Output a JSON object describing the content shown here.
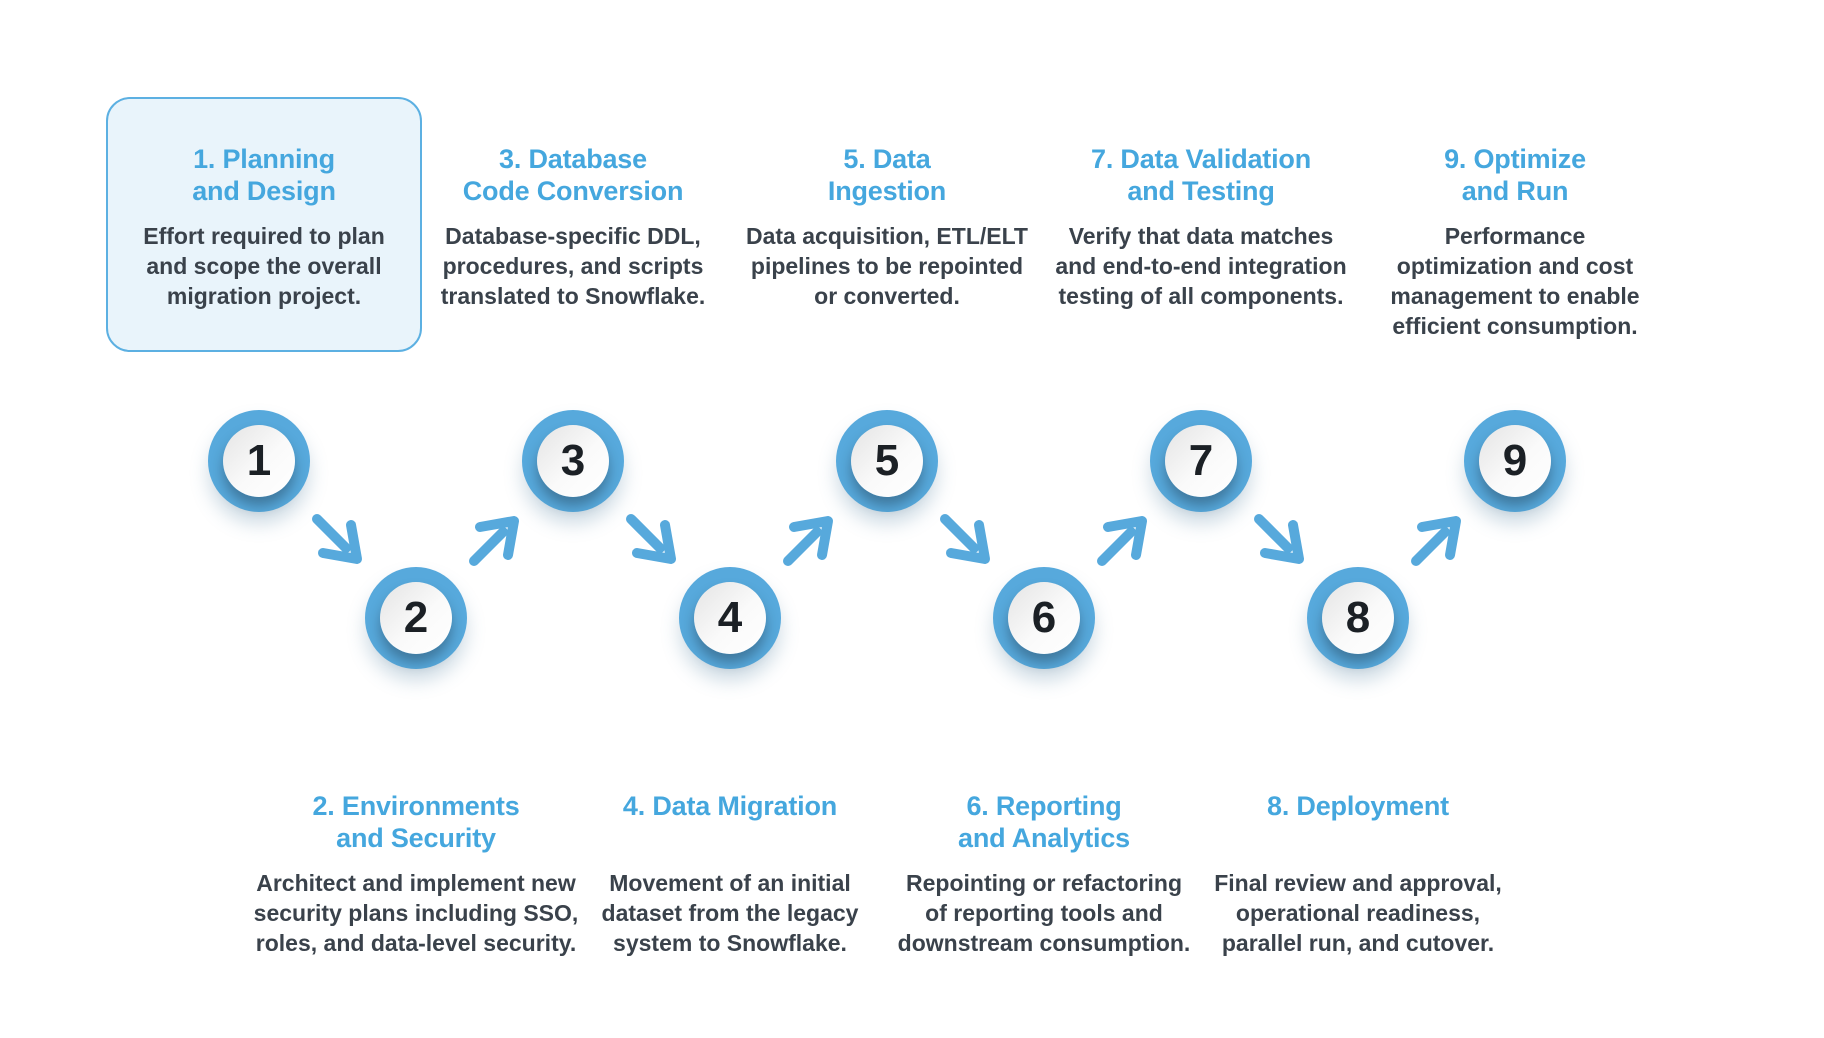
{
  "colors": {
    "accent-blue": "#57a9dc",
    "title-blue": "#45a7de",
    "body-text": "#3a424b",
    "number-text": "#1b2025",
    "card-fill": "#e9f4fb",
    "card-border": "#5cb0e2",
    "background": "#ffffff"
  },
  "steps": [
    {
      "num": "1",
      "title": "1. Planning\nand Design",
      "body": "Effort required to plan\nand scope the overall\nmigration project.",
      "highlighted": true
    },
    {
      "num": "2",
      "title": "2. Environments\nand Security",
      "body": "Architect and implement new\nsecurity plans including SSO,\nroles, and data-level security."
    },
    {
      "num": "3",
      "title": "3. Database\nCode Conversion",
      "body": "Database-specific DDL,\nprocedures, and scripts\ntranslated to Snowflake."
    },
    {
      "num": "4",
      "title": "4. Data Migration",
      "body": "Movement of an initial\ndataset from the legacy\nsystem to Snowflake."
    },
    {
      "num": "5",
      "title": "5. Data\nIngestion",
      "body": "Data acquisition, ETL/ELT\npipelines to be repointed\nor converted."
    },
    {
      "num": "6",
      "title": "6. Reporting\nand Analytics",
      "body": "Repointing or refactoring\nof reporting tools and\ndownstream consumption."
    },
    {
      "num": "7",
      "title": "7. Data Validation\nand Testing",
      "body": "Verify that data matches\nand end-to-end integration\ntesting of all components."
    },
    {
      "num": "8",
      "title": "8. Deployment",
      "body": "Final review and approval,\noperational readiness,\nparallel run, and cutover."
    },
    {
      "num": "9",
      "title": "9. Optimize\nand Run",
      "body": "Performance\noptimization and cost\nmanagement to enable\nefficient consumption."
    }
  ]
}
